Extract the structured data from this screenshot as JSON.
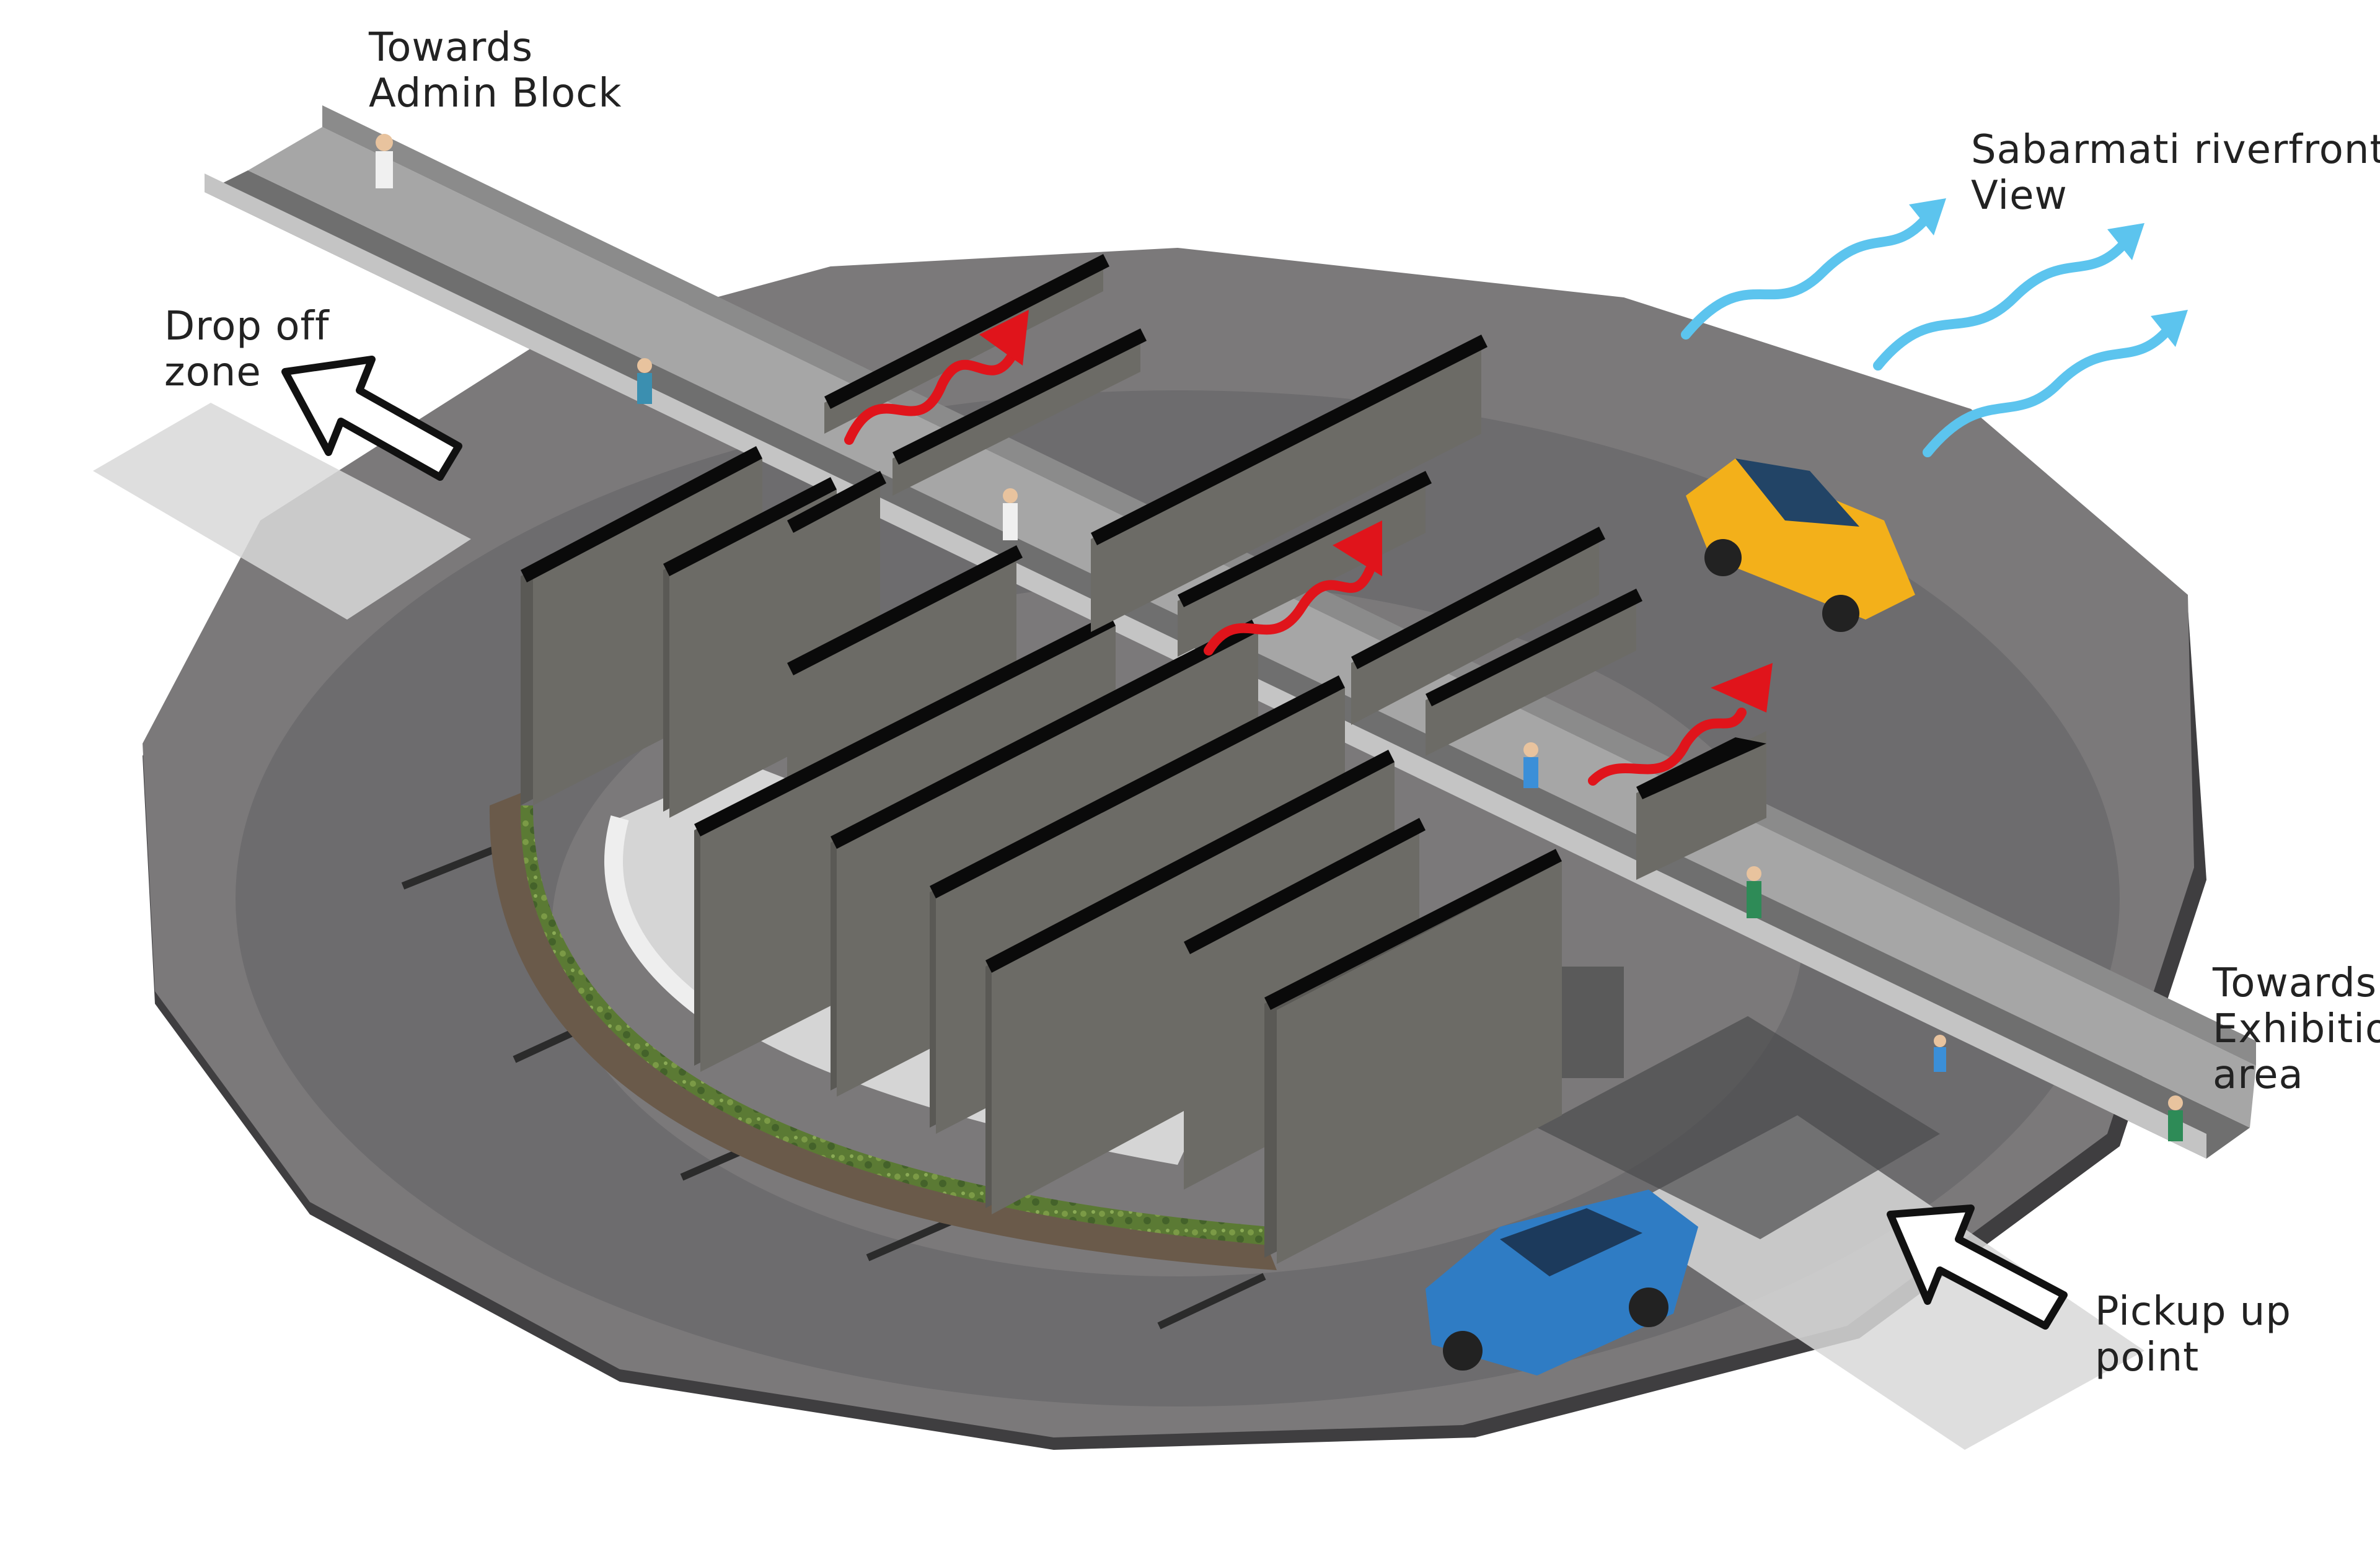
{
  "labels": {
    "admin_block": [
      "Towards",
      "Admin Block"
    ],
    "drop_off": [
      "Drop off",
      "zone"
    ],
    "riverfront": [
      "Sabarmati riverfront",
      "View"
    ],
    "exhibition": [
      "Towards",
      "Exhibition",
      "area"
    ],
    "pickup": [
      "Pickup up",
      "point"
    ]
  },
  "colors": {
    "plaza": "#7b797a",
    "road": "#6b6a6c",
    "bridge_deck": "#a8a8a8",
    "wall_face": "#6c6b66",
    "wall_top": "#0a0a0a",
    "planter": "#5b7a34",
    "car_yellow": "#f3b01a",
    "car_blue": "#2f7cc4",
    "movement_arrow": "#e0141b",
    "view_arrow": "#5cc4ee"
  },
  "icons": [
    "drop-off-arrow-icon",
    "pickup-arrow-icon",
    "movement-arrow-icon",
    "riverfront-view-arrow-icon",
    "yellow-car-icon",
    "blue-car-icon",
    "pedestrian-icon"
  ]
}
